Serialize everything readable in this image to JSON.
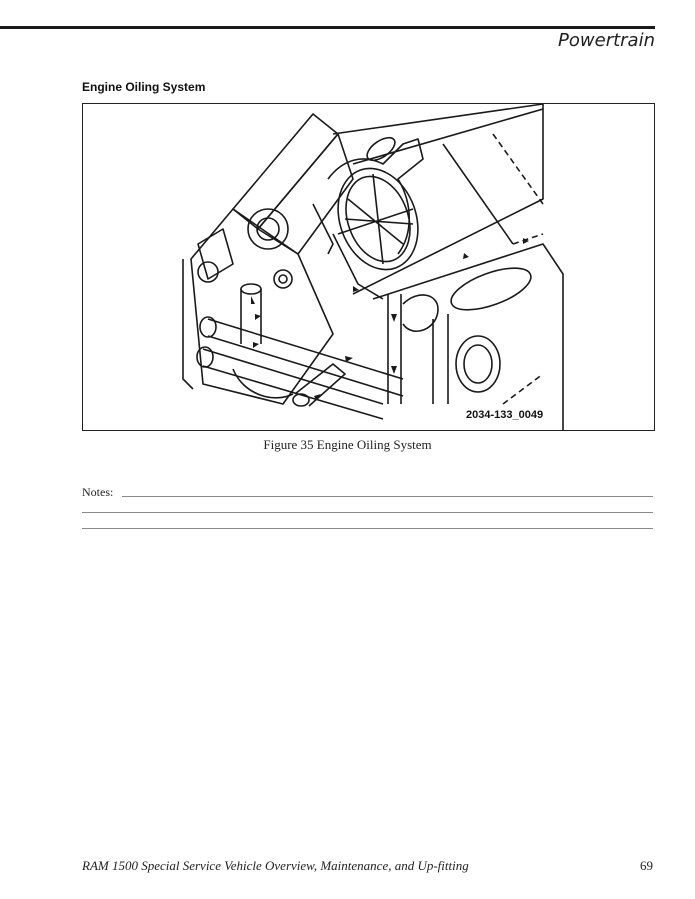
{
  "header": {
    "section_title": "Powertrain"
  },
  "subheading": "Engine Oiling System",
  "figure": {
    "id_label": "2034-133_0049",
    "caption": "Figure 35  Engine Oiling System"
  },
  "notes": {
    "label": "Notes:"
  },
  "footer": {
    "doc_title": "RAM 1500 Special Service Vehicle Overview, Maintenance, and Up-fitting",
    "page_number": "69"
  }
}
